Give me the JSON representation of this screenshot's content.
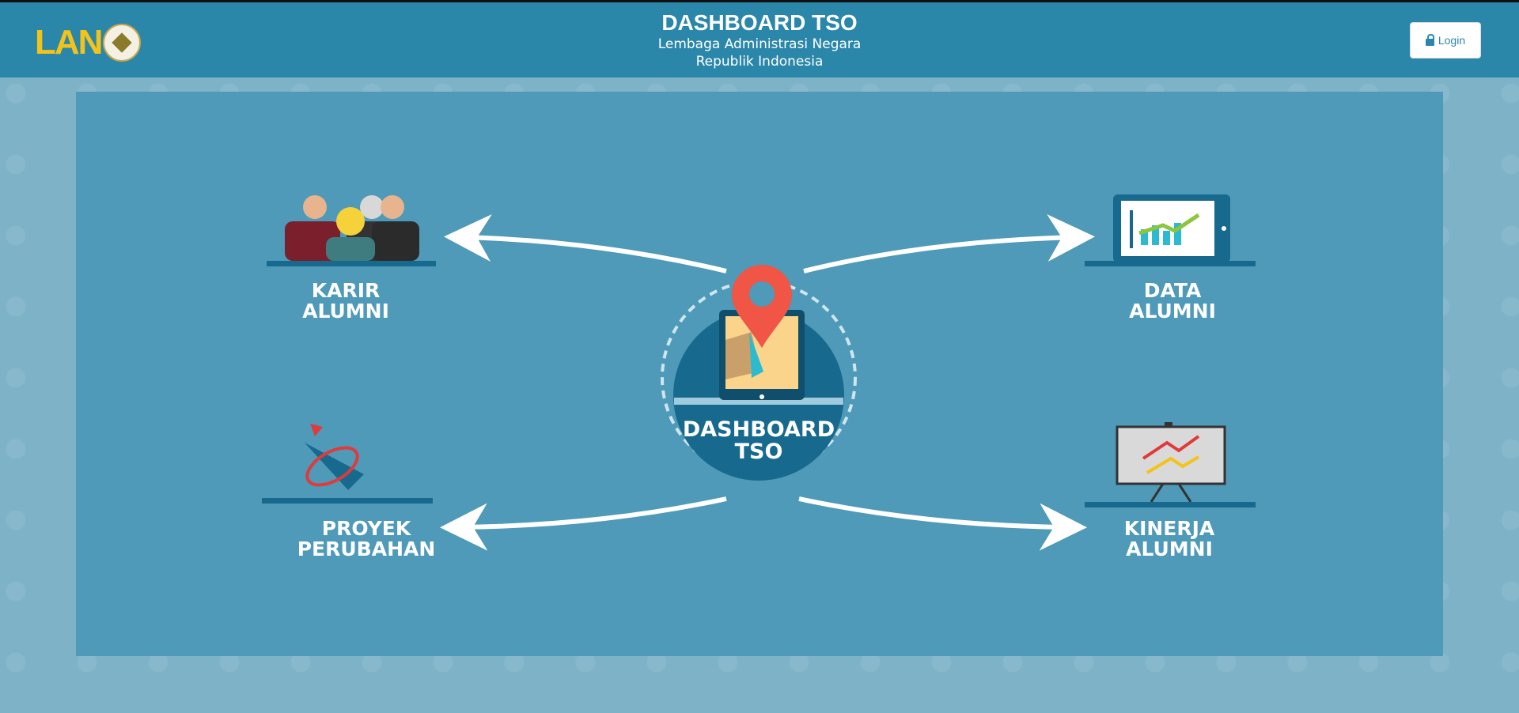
{
  "header": {
    "logo_text": "LAN",
    "title": "DASHBOARD TSO",
    "subtitle_line1": "Lembaga Administrasi Negara",
    "subtitle_line2": "Republik Indonesia",
    "login_label": "Login"
  },
  "center": {
    "line1": "DASHBOARD",
    "line2": "TSO"
  },
  "items": [
    {
      "line1": "KARIR",
      "line2": "ALUMNI"
    },
    {
      "line1": "DATA",
      "line2": "ALUMNI"
    },
    {
      "line1": "PROYEK",
      "line2": "PERUBAHAN"
    },
    {
      "line1": "KINERJA",
      "line2": "ALUMNI"
    }
  ],
  "colors": {
    "header": "#2b87a9",
    "logo": "#f5c219",
    "pin": "#f05545",
    "circle": "#17698d"
  }
}
